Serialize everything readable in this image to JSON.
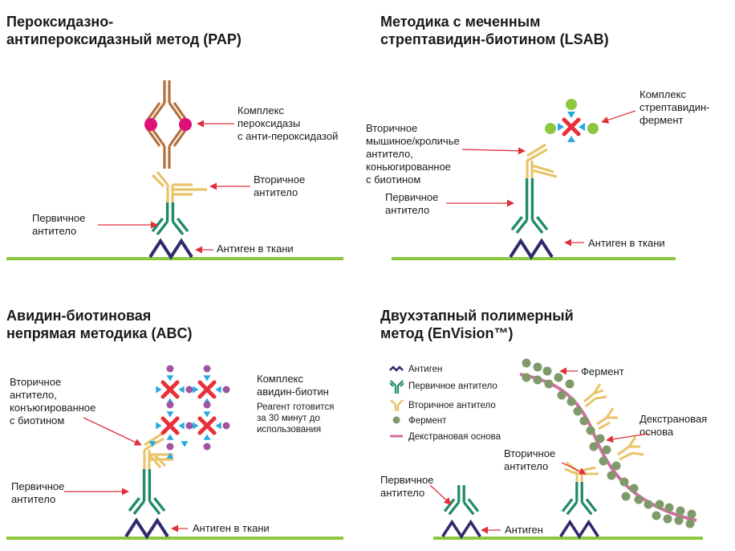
{
  "colors": {
    "ground": "#8dc63f",
    "antigen": "#2e2a6e",
    "primary": "#1e8a6a",
    "secondary": "#e8c46a",
    "pap": "#b5703a",
    "peroxidase": "#e0107a",
    "arrow": "#e0303a",
    "x_mark": "#e8303a",
    "biotin": "#29a9e0",
    "streptavidin": "#8dc63f",
    "avidin_dot": "#a055a0",
    "enzyme": "#7e9a6a",
    "dextran": "#d070a0"
  },
  "pap": {
    "title": [
      "Пероксидазно-",
      "антипероксидазный метод (PAP)"
    ],
    "complex_label": [
      "Комплекс",
      "пероксидазы",
      "с анти-пероксидазой"
    ],
    "secondary_label": [
      "Вторичное",
      "антитело"
    ],
    "primary_label": [
      "Первичное",
      "антитело"
    ],
    "antigen_label": "Антиген в ткани"
  },
  "lsab": {
    "title": [
      "Методика с меченным",
      "стрептавидин-биотином (LSAB)"
    ],
    "complex_label": [
      "Комплекс",
      "стрептавидин-",
      "фермент"
    ],
    "secondary_label": [
      "Вторичное",
      "мышиное/кроличье",
      "антитело,",
      "коньюгированное",
      "с биотином"
    ],
    "primary_label": [
      "Первичное",
      "антитело"
    ],
    "antigen_label": "Антиген в ткани"
  },
  "abc": {
    "title": [
      "Авидин-биотиновая",
      "непрямая методика (ABC)"
    ],
    "secondary_label": [
      "Вторичное",
      "антитело,",
      "конъюгированное",
      "с биотином"
    ],
    "complex_label": [
      "Комплекс",
      "авидин-биотин"
    ],
    "reagent_note": [
      "Реагент готовится",
      "за 30 минут до",
      "использования"
    ],
    "primary_label": [
      "Первичное",
      "антитело"
    ],
    "antigen_label": "Антиген в ткани"
  },
  "envision": {
    "title": [
      "Двухэтапный полимерный",
      "метод (EnVision™)"
    ],
    "legend": [
      "Антиген",
      "Первичное антитело",
      "Вторичное антитело",
      "Фермент",
      "Декстрановая основа"
    ],
    "enzyme_label": "Фермент",
    "dextran_label": [
      "Декстрановая",
      "основа"
    ],
    "secondary_label": [
      "Вторичное",
      "антитело"
    ],
    "primary_label": [
      "Первичное",
      "антитело"
    ],
    "antigen_label": "Антиген"
  }
}
